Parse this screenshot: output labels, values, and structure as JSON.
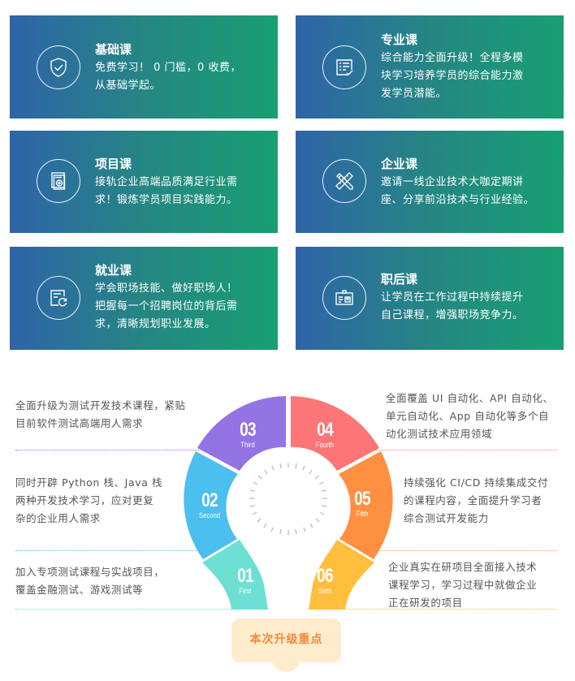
{
  "cards": [
    {
      "title": "基础课",
      "desc_lines": [
        "免费学习！ 0 门槛，0 收费，",
        "从基础学起。"
      ],
      "icon": "shield-check-icon"
    },
    {
      "title": "专业课",
      "desc_lines": [
        "综合能力全面升级！全程多模",
        "块学习培养学员的综合能力激",
        "发学员潜能。"
      ],
      "icon": "checklist-icon"
    },
    {
      "title": "项目课",
      "desc_lines": [
        "接轨企业高端品质满足行业需",
        "求！锻炼学员项目实践能力。"
      ],
      "icon": "project-window-icon"
    },
    {
      "title": "企业课",
      "desc_lines": [
        "邀请一线企业技术大咖定期讲",
        "座、分享前沿技术与行业经验。"
      ],
      "icon": "pencil-ruler-icon"
    },
    {
      "title": "就业课",
      "desc_lines": [
        "学会职场技能、做好职场人！",
        "把握每一个招聘岗位的背后需",
        "求，清晰规划职业发展。"
      ],
      "icon": "document-refresh-icon"
    },
    {
      "title": "职后课",
      "desc_lines": [
        "让学员在工作过程中持续提升",
        "自己课程，增强职场竞争力。"
      ],
      "icon": "id-badge-icon"
    }
  ],
  "upgrade": {
    "badge_label": "本次升级重点",
    "segments": [
      {
        "num": "01",
        "ord": "First",
        "color": "#6ee0d3",
        "note_lines": [
          "加入专项测试课程与实战项目，",
          "覆盖金融测试、游戏测试等"
        ]
      },
      {
        "num": "02",
        "ord": "Second",
        "color": "#4bbfee",
        "note_lines": [
          "同时开辟 Python 栈、Java 栈",
          "两种开发技术学习，应对更复",
          "杂的企业用人需求"
        ]
      },
      {
        "num": "03",
        "ord": "Third",
        "color": "#9473e4",
        "note_lines": [
          "全面升级为测试开发技术课程，紧贴",
          "目前软件测试高端用人需求"
        ]
      },
      {
        "num": "04",
        "ord": "Fourth",
        "color": "#fc7677",
        "note_lines": [
          "全面覆盖 UI 自动化、API 自动化、",
          "单元自动化、App 自动化等多个自",
          "动化测试技术应用领域"
        ]
      },
      {
        "num": "05",
        "ord": "Fifth",
        "color": "#ff9042",
        "note_lines": [
          "持续强化 CI/CD 持续集成交付",
          "的课程内容，全面提升学习者",
          "综合测试开发能力"
        ]
      },
      {
        "num": "06",
        "ord": "Sixth",
        "color": "#ffbe3c",
        "note_lines": [
          "企业真实在研项目全面接入技术",
          "课程学习，学习过程中就做企业",
          "正在研发的项目"
        ]
      }
    ]
  }
}
